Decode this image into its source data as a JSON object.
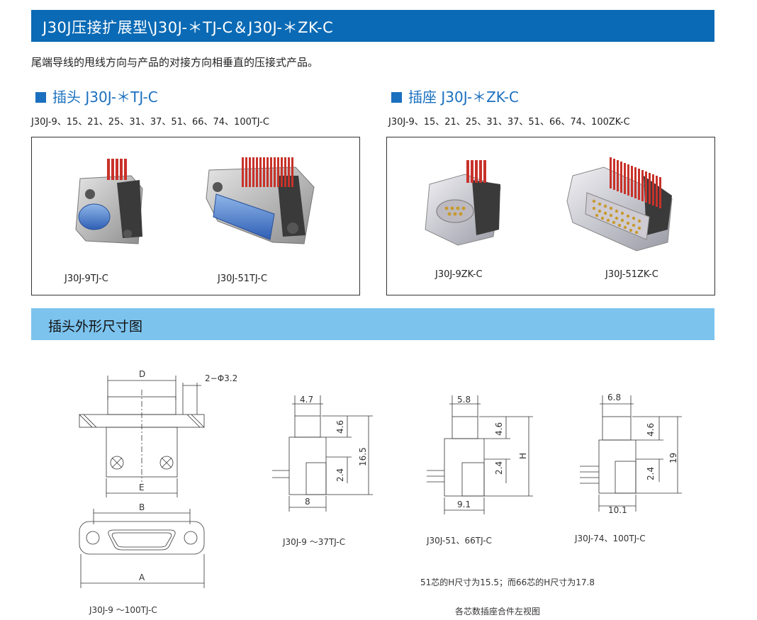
{
  "header": {
    "title": "J30J压接扩展型\\J30J-＊TJ-C＆J30J-＊ZK-C"
  },
  "intro": "尾端导线的甩线方向与产品的对接方向相垂直的压接式产品。",
  "plug": {
    "heading": "插头 J30J-＊TJ-C",
    "models": "J30J-9、15、21、25、31、37、51、66、74、100TJ-C",
    "items": [
      {
        "caption": "J30J-9TJ-C"
      },
      {
        "caption": "J30J-51TJ-C"
      }
    ]
  },
  "socket": {
    "heading": "插座 J30J-＊ZK-C",
    "models": "J30J-9、15、21、25、31、37、51、66、74、100ZK-C",
    "items": [
      {
        "caption": "J30J-9ZK-C"
      },
      {
        "caption": "J30J-51ZK-C"
      }
    ]
  },
  "dimensions": {
    "heading": "插头外形尺寸图",
    "front": {
      "labels": {
        "D": "D",
        "hole": "2−Φ3.2",
        "E": "E",
        "B": "B",
        "A": "A"
      },
      "caption": "J30J-9 ～100TJ-C"
    },
    "side1": {
      "top": "4.7",
      "d1": "4.6",
      "d2": "16.5",
      "d3": "2.4",
      "bottom": "8",
      "caption": "J30J-9 ～37TJ-C"
    },
    "side2": {
      "top": "5.8",
      "d1": "4.6",
      "d2": "H",
      "d3": "2.4",
      "bottom": "9.1",
      "caption": "J30J-51、66TJ-C"
    },
    "side3": {
      "top": "6.8",
      "d1": "4.6",
      "d2": "19",
      "d3": "2.4",
      "bottom": "10.1",
      "caption": "J30J-74、100TJ-C"
    },
    "note": "51芯的H尺寸为15.5；而66芯的H尺寸为17.8",
    "bottom_caption": "各芯数插座合件左视图"
  },
  "colors": {
    "header_bar": "#0a6ab5",
    "section_bar": "#7cc3ee",
    "accent": "#1a6fbe"
  }
}
